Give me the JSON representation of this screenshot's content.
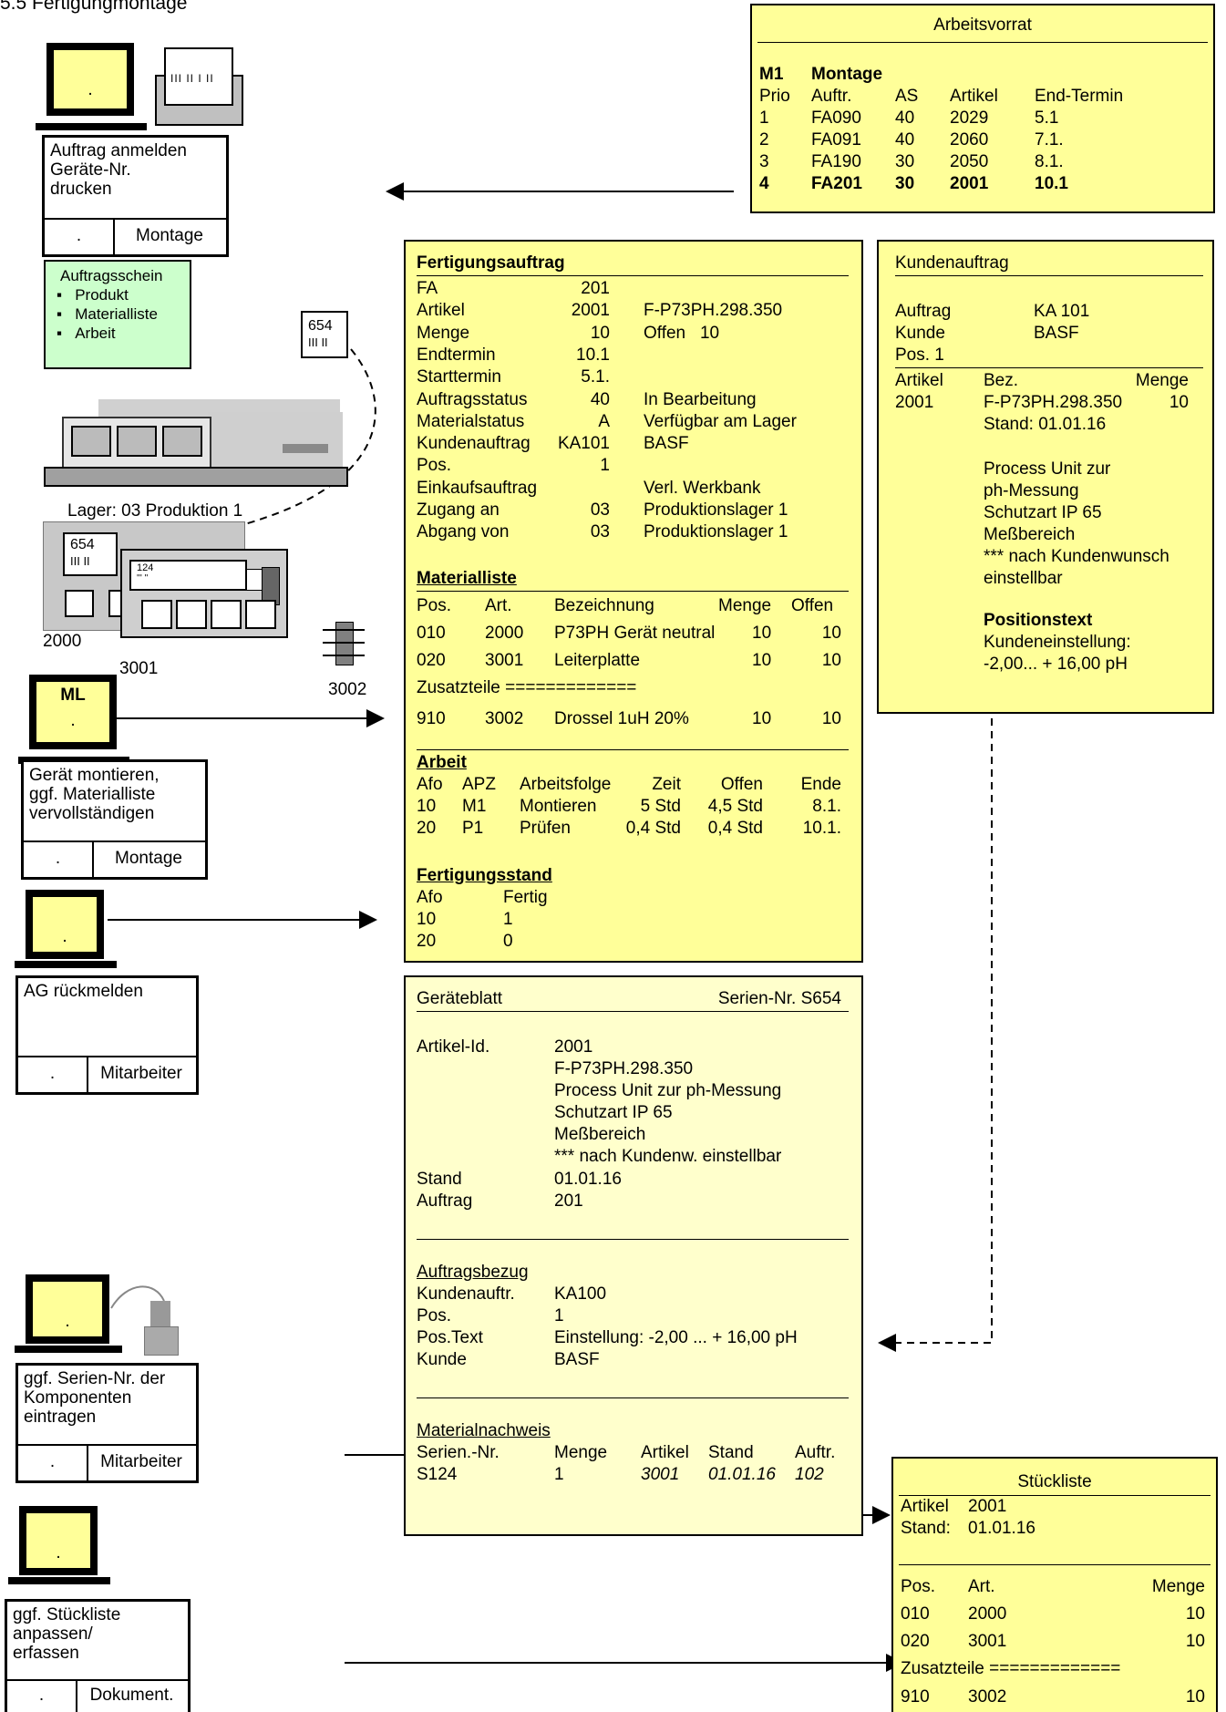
{
  "page_header": "5.5 Fertigungmontage",
  "arbeitsvorrat": {
    "title": "Arbeitsvorrat",
    "group_code": "M1",
    "group_name": "Montage",
    "headers": [
      "Prio",
      "Auftr.",
      "AS",
      "Artikel",
      "End-Termin"
    ],
    "rows": [
      [
        "1",
        "FA090",
        "40",
        "2029",
        "5.1"
      ],
      [
        "2",
        "FA091",
        "40",
        "2060",
        "7.1."
      ],
      [
        "3",
        "FA190",
        "30",
        "2050",
        "8.1."
      ],
      [
        "4",
        "FA201",
        "30",
        "2001",
        "10.1"
      ]
    ]
  },
  "left_column": {
    "barcode_label": "III II I II",
    "card1": {
      "text": "Auftrag anmelden\nGeräte-Nr.\ndrucken",
      "dot": ".",
      "label": "Montage"
    },
    "auftragsschein": {
      "title": "Auftragsschein",
      "items": [
        "Produkt",
        "Materialliste",
        "Arbeit"
      ]
    },
    "tag_654": {
      "number": "654",
      "code": "III II"
    },
    "lager_label": "Lager: 03   Produktion 1",
    "tag_654b": {
      "number": "654",
      "code": "III II"
    },
    "tag_124": {
      "number": "124",
      "code": "''' ''"
    },
    "part_2000": "2000",
    "part_3001": "3001",
    "part_3002": "3002",
    "pc_ml_label": "ML",
    "screen_dot": ".",
    "card2": {
      "text": "Gerät montieren,\nggf. Materialliste\nvervollständigen",
      "dot": ".",
      "label": "Montage"
    },
    "card3": {
      "text": "AG rückmelden",
      "dot": ".",
      "label": "Mitarbeiter"
    },
    "card4": {
      "text": "ggf. Serien-Nr. der\nKomponenten\neintragen",
      "dot": ".",
      "label": "Mitarbeiter"
    },
    "card5": {
      "text": "ggf. Stückliste\nanpassen/\nerfassen",
      "dot": ".",
      "label": "Dokument."
    }
  },
  "fertigungsauftrag": {
    "title": "Fertigungsauftrag",
    "fields": [
      {
        "label": "FA",
        "value": "201",
        "extra": ""
      },
      {
        "label": "Artikel",
        "value": "2001",
        "extra": "F-P73PH.298.350"
      },
      {
        "label": "Menge",
        "value": "10",
        "extra": "Offen   10"
      },
      {
        "label": "Endtermin",
        "value": "10.1",
        "extra": ""
      },
      {
        "label": "Starttermin",
        "value": "5.1.",
        "extra": ""
      },
      {
        "label": "Auftragsstatus",
        "value": "40",
        "extra": "In Bearbeitung"
      },
      {
        "label": "Materialstatus",
        "value": "A",
        "extra": "Verfügbar am Lager"
      },
      {
        "label": "Kundenauftrag",
        "value": "KA101",
        "extra": "BASF"
      },
      {
        "label": "Pos.",
        "value": "1",
        "extra": ""
      },
      {
        "label": "Einkaufsauftrag",
        "value": "",
        "extra": "Verl. Werkbank"
      },
      {
        "label": "Zugang an",
        "value": "03",
        "extra": "Produktionslager 1"
      },
      {
        "label": "Abgang von",
        "value": "03",
        "extra": "Produktionslager 1"
      }
    ],
    "materialliste": {
      "title": "Materialliste",
      "headers": [
        "Pos.",
        "Art.",
        "Bezeichnung",
        "Menge",
        "Offen"
      ],
      "rows": [
        [
          "010",
          "2000",
          "P73PH  Gerät neutral",
          "10",
          "10"
        ],
        [
          "020",
          "3001",
          "Leiterplatte",
          "10",
          "10"
        ]
      ],
      "zusatz": "Zusatzteile =============",
      "zusatz_rows": [
        [
          "910",
          "3002",
          "Drossel 1uH 20%",
          "10",
          "10"
        ]
      ]
    },
    "arbeit": {
      "title": "Arbeit",
      "headers": [
        "Afo",
        "APZ",
        "Arbeitsfolge",
        "Zeit",
        "Offen",
        "Ende"
      ],
      "rows": [
        [
          "10",
          "M1",
          "Montieren",
          "5 Std",
          "4,5 Std",
          "8.1."
        ],
        [
          "20",
          "P1",
          "Prüfen",
          "0,4 Std",
          "0,4 Std",
          "10.1."
        ]
      ]
    },
    "fertigungsstand": {
      "title": "Fertigungsstand",
      "headers": [
        "Afo",
        "Fertig"
      ],
      "rows": [
        [
          "10",
          "1"
        ],
        [
          "20",
          "0"
        ]
      ]
    }
  },
  "kundenauftrag": {
    "title": "Kundenauftrag",
    "auftrag_label": "Auftrag",
    "auftrag_value": "KA 101",
    "kunde_label": "Kunde",
    "kunde_value": "BASF",
    "pos_label": "Pos. 1",
    "h_artikel": "Artikel",
    "h_bez": "Bez.",
    "h_menge": "Menge",
    "artikel": "2001",
    "bez": "F-P73PH.298.350",
    "menge": "10",
    "stand": "Stand: 01.01.16",
    "desc": [
      "Process Unit zur",
      "ph-Messung",
      "Schutzart IP 65",
      "Meßbereich",
      "*** nach Kundenwunsch",
      "einstellbar"
    ],
    "postext_title": "Positionstext",
    "postext": [
      "Kundeneinstellung:",
      "-2,00... + 16,00 pH"
    ]
  },
  "geraeteblatt": {
    "title": "Geräteblatt",
    "serial": "Serien-Nr. S654",
    "artikel_id_label": "Artikel-Id.",
    "artikel_lines": [
      "2001",
      "F-P73PH.298.350",
      "Process Unit zur ph-Messung",
      "Schutzart IP 65",
      "Meßbereich",
      "*** nach Kundenw. einstellbar"
    ],
    "stand_label": "Stand",
    "stand_value": "01.01.16",
    "auftrag_label": "Auftrag",
    "auftrag_value": "201",
    "bezug_title": "Auftragsbezug",
    "bezug": [
      {
        "label": "Kundenauftr.",
        "value": "KA100"
      },
      {
        "label": "Pos.",
        "value": "1"
      },
      {
        "label": "Pos.Text",
        "value": "Einstellung: -2,00 ... + 16,00 pH"
      },
      {
        "label": "Kunde",
        "value": "BASF"
      }
    ],
    "nachweis_title": "Materialnachweis",
    "nachweis_headers": [
      "Serien.-Nr.",
      "Menge",
      "Artikel",
      "Stand",
      "Auftr."
    ],
    "nachweis_row": [
      "S124",
      "1",
      "3001",
      "01.01.16",
      "102"
    ]
  },
  "stueckliste": {
    "title": "Stückliste",
    "artikel_label": "Artikel",
    "artikel_value": "2001",
    "stand_label": "Stand:",
    "stand_value": "01.01.16",
    "headers": [
      "Pos.",
      "Art.",
      "Menge"
    ],
    "rows": [
      [
        "010",
        "2000",
        "10"
      ],
      [
        "020",
        "3001",
        "10"
      ]
    ],
    "zusatz": "Zusatzteile =============",
    "zusatz_rows": [
      [
        "910",
        "3002",
        "10"
      ]
    ]
  },
  "colors": {
    "panel_yellow": "#ffff99",
    "panel_light": "#ffffcc",
    "green_doc": "#ccffcc",
    "machine_gray": "#c8c8c8"
  }
}
